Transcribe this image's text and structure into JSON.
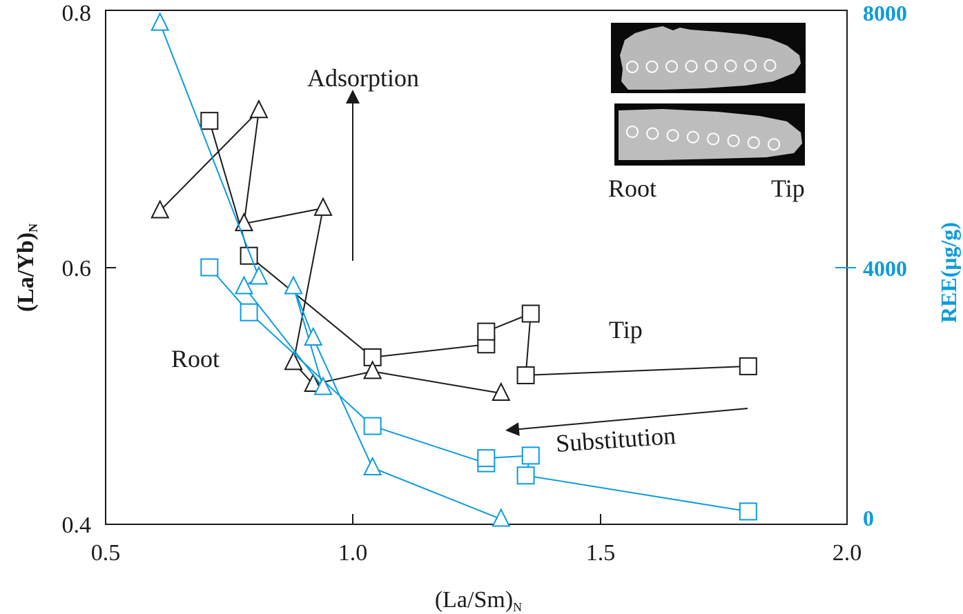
{
  "colors": {
    "black": "#1a1a1a",
    "blue": "#0d9bdd"
  },
  "chart_data": {
    "type": "scatter",
    "xlabel": "(La/Sm)",
    "xlabel_sub": "N",
    "ylabel": "(La/Yb)",
    "ylabel_sub": "N",
    "y2label": "REE(μg/g)",
    "xlim": [
      0.5,
      2.0
    ],
    "ylim": [
      0.4,
      0.8
    ],
    "y2lim": [
      0,
      8000
    ],
    "x_ticks": [
      "0.5",
      "1.0",
      "1.5",
      "2.0"
    ],
    "y_ticks": [
      "0.4",
      "0.6",
      "0.8"
    ],
    "y2_ticks": [
      "0",
      "4000",
      "8000"
    ],
    "grid": false,
    "annotations": {
      "adsorption": "Adsorption",
      "substitution": "Substitution",
      "tip": "Tip",
      "root": "Root",
      "inset_root": "Root",
      "inset_tip": "Tip"
    },
    "series": [
      {
        "axis": "left",
        "marker": "square",
        "color": "#1a1a1a",
        "points": [
          [
            0.71,
            0.714
          ],
          [
            0.79,
            0.609
          ],
          [
            1.04,
            0.53
          ],
          [
            1.27,
            0.54
          ],
          [
            1.27,
            0.55
          ],
          [
            1.36,
            0.564
          ],
          [
            1.35,
            0.516
          ],
          [
            1.8,
            0.523
          ]
        ]
      },
      {
        "axis": "left",
        "marker": "triangle",
        "color": "#1a1a1a",
        "points": [
          [
            0.61,
            0.644
          ],
          [
            0.81,
            0.722
          ],
          [
            0.78,
            0.634
          ],
          [
            0.94,
            0.646
          ],
          [
            0.88,
            0.526
          ],
          [
            0.92,
            0.509
          ],
          [
            1.04,
            0.519
          ],
          [
            1.3,
            0.502
          ]
        ]
      },
      {
        "axis": "right",
        "marker": "square",
        "color": "#0d9bdd",
        "points": [
          [
            0.71,
            4000
          ],
          [
            0.79,
            3300
          ],
          [
            1.04,
            1530
          ],
          [
            1.27,
            950
          ],
          [
            1.27,
            1030
          ],
          [
            1.36,
            1070
          ],
          [
            1.35,
            760
          ],
          [
            1.8,
            200
          ]
        ]
      },
      {
        "axis": "right",
        "marker": "triangle",
        "color": "#0d9bdd",
        "points": [
          [
            0.61,
            7800
          ],
          [
            0.81,
            3850
          ],
          [
            0.78,
            3700
          ],
          [
            0.94,
            2130
          ],
          [
            0.88,
            3700
          ],
          [
            0.92,
            2900
          ],
          [
            1.04,
            880
          ],
          [
            1.3,
            80
          ]
        ]
      }
    ]
  }
}
